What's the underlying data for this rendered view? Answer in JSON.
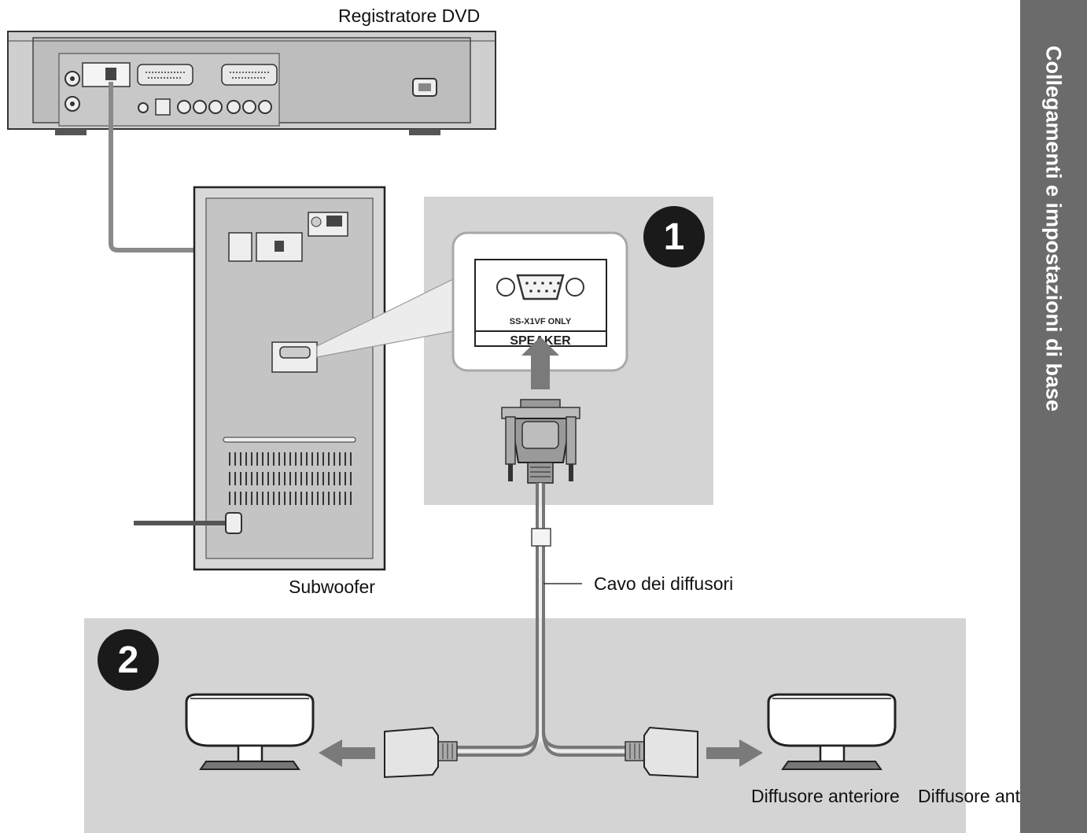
{
  "labels": {
    "dvd_recorder": "Registratore DVD",
    "subwoofer": "Subwoofer",
    "speaker_cable": "Cavo dei diffusori",
    "front_speaker_left": "Diffusore anteriore",
    "front_speaker_right": "Diffusore anteriore"
  },
  "side_tab": {
    "text": "Collegamenti e impostazioni di base"
  },
  "steps": {
    "one": "1",
    "two": "2"
  },
  "connector_panel": {
    "model_text": "SS-X1VF ONLY",
    "port_label": "SPEAKER"
  },
  "colors": {
    "panel_gray": "#d4d4d4",
    "device_gray": "#b9b9b9",
    "arrow_gray": "#7a7a7a",
    "side_tab": "#6b6b6b"
  }
}
